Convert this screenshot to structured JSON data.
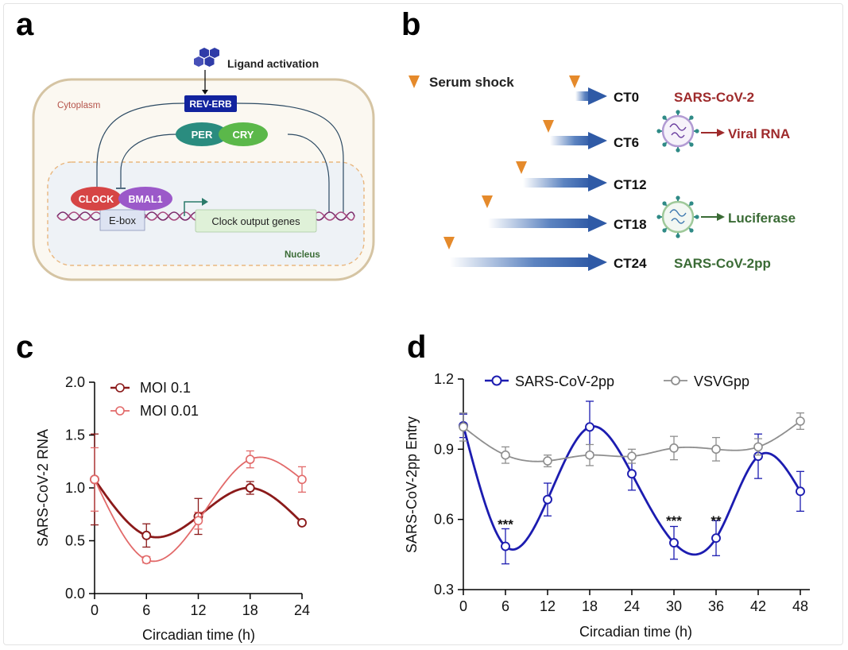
{
  "panel_letters": {
    "a": "a",
    "b": "b",
    "c": "c",
    "d": "d"
  },
  "panel_a": {
    "ligand_activation": "Ligand activation",
    "cytoplasm": "Cytoplasm",
    "nucleus": "Nucleus",
    "rev_erb": "REV-ERB",
    "per": "PER",
    "cry": "CRY",
    "clock": "CLOCK",
    "bmal1": "BMAL1",
    "ebox": "E-box",
    "clock_output_genes": "Clock output genes",
    "colors": {
      "cell_border": "#d5c4a3",
      "cell_fill": "#fbf8f1",
      "nucleus_fill": "#eef2f6",
      "rev_erb": "#12239e",
      "per": "#2a8c7f",
      "cry": "#5bb84a",
      "clock": "#d64545",
      "bmal1": "#9b59c9",
      "ebox_fill": "#dde3f2",
      "output_fill": "#dff1d8",
      "dna": "#7a2a6a",
      "ligand": "#2f3ca8",
      "line": "#2c4a63"
    }
  },
  "panel_b": {
    "serum_shock": "Serum shock",
    "timepoints": [
      "CT0",
      "CT6",
      "CT12",
      "CT18",
      "CT24"
    ],
    "sars_cov_2": "SARS-CoV-2",
    "viral_rna": "Viral RNA",
    "luciferase": "Luciferase",
    "sars_cov_2pp": "SARS-CoV-2pp",
    "colors": {
      "triangle": "#e58a2b",
      "arrow": "#3f6db5",
      "red": "#9e2a2b",
      "green": "#3a6b35",
      "virus": "#6b3fa0",
      "spike": "#2f8a86"
    }
  },
  "chart_data": [
    {
      "type": "line",
      "panel": "c",
      "xlabel": "Circadian time (h)",
      "ylabel": "SARS-CoV-2 RNA",
      "xlim": [
        0,
        24
      ],
      "ylim": [
        0.0,
        2.0
      ],
      "x_ticks": [
        0,
        6,
        12,
        18,
        24
      ],
      "y_ticks": [
        0.0,
        0.5,
        1.0,
        1.5,
        2.0
      ],
      "y_tick_labels": [
        "0.0",
        "0.5",
        "1.0",
        "1.5",
        "2.0"
      ],
      "legend_position": "top-left",
      "series": [
        {
          "name": "MOI 0.1",
          "color": "#8b1a1a",
          "x": [
            0,
            6,
            12,
            18,
            24
          ],
          "values": [
            1.08,
            0.55,
            0.73,
            1.0,
            0.67
          ],
          "error": [
            0.43,
            0.11,
            0.17,
            0.06,
            0.02
          ]
        },
        {
          "name": "MOI 0.01",
          "color": "#e26a6a",
          "x": [
            0,
            6,
            12,
            18,
            24
          ],
          "values": [
            1.08,
            0.32,
            0.69,
            1.27,
            1.08
          ],
          "error": [
            0.3,
            0.03,
            0.08,
            0.08,
            0.12
          ]
        }
      ]
    },
    {
      "type": "line",
      "panel": "d",
      "xlabel": "Circadian time (h)",
      "ylabel": "SARS-CoV-2pp Entry",
      "xlim": [
        0,
        48
      ],
      "ylim": [
        0.3,
        1.2
      ],
      "x_ticks": [
        0,
        6,
        12,
        18,
        24,
        30,
        36,
        42,
        48
      ],
      "y_ticks": [
        0.3,
        0.6,
        0.9,
        1.2
      ],
      "y_tick_labels": [
        "0.3",
        "0.6",
        "0.9",
        "1.2"
      ],
      "legend_position": "top",
      "series": [
        {
          "name": "SARS-CoV-2pp",
          "color": "#1c1cb0",
          "x": [
            0,
            6,
            12,
            18,
            24,
            30,
            36,
            42,
            48
          ],
          "values": [
            1.0,
            0.485,
            0.685,
            0.995,
            0.795,
            0.5,
            0.52,
            0.87,
            0.72
          ],
          "error": [
            0.05,
            0.075,
            0.07,
            0.11,
            0.07,
            0.07,
            0.075,
            0.095,
            0.085
          ]
        },
        {
          "name": "VSVGpp",
          "color": "#8e8e8e",
          "x": [
            0,
            6,
            12,
            18,
            24,
            30,
            36,
            42,
            48
          ],
          "values": [
            0.995,
            0.875,
            0.85,
            0.875,
            0.87,
            0.905,
            0.9,
            0.91,
            1.02
          ],
          "error": [
            0.06,
            0.035,
            0.025,
            0.045,
            0.03,
            0.05,
            0.05,
            0.035,
            0.035
          ]
        }
      ],
      "annotations": [
        {
          "text": "***",
          "x": 6,
          "y": 0.56
        },
        {
          "text": "***",
          "x": 30,
          "y": 0.575
        },
        {
          "text": "**",
          "x": 36,
          "y": 0.575
        }
      ]
    }
  ]
}
